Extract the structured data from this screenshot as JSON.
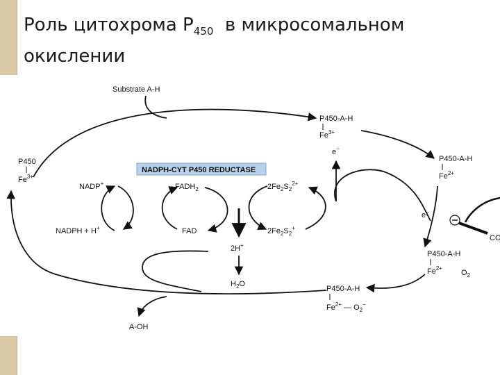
{
  "title": {
    "line1_before": "Роль цитохрома P",
    "line1_sub": "450",
    "line1_after": "в микросомальном",
    "line2": "окислении"
  },
  "diagram": {
    "substrate": "Substrate A-H",
    "p450_top": "P450-A-H",
    "fe3_top": "Fe",
    "fe3_top_sup": "3+",
    "electron_top": "e",
    "electron_top_sup": "−",
    "p450_right": "P450-A-H",
    "fe2_right": "Fe",
    "fe2_right_sup": "2+",
    "electron_right": "e",
    "electron_right_sup": "−",
    "co_label": "CO",
    "p450_mid_right": "P450-A-H",
    "fe2_mid_right": "Fe",
    "fe2_mid_right_sup": "2+",
    "o2_mid_right": "O",
    "o2_mid_right_sub": "2",
    "p450_bottom": "P450-A-H",
    "fe_o2_bottom": "Fe",
    "fe_o2_bottom_sup": "2+",
    "fe_o2_bottom_rest": " — O",
    "fe_o2_bottom_sub": "2",
    "fe_o2_bottom_sup2": "−",
    "p450_left": "P450",
    "fe3_left": "Fe",
    "fe3_left_sup": "3+",
    "reductase_box": "NADPH-CYT P450 REDUCTASE",
    "nadp": "NADP",
    "nadp_sup": "+",
    "nadph": "NADPH + H",
    "nadph_sup": "+",
    "fadh2": "FADH",
    "fadh2_sub": "2",
    "fad": "FAD",
    "fes_top": "2Fe",
    "fes_top_sub1": "2",
    "fes_top_s": "S",
    "fes_top_sub2": "2",
    "fes_top_sup": "2+",
    "fes_bottom": "2Fe",
    "fes_bottom_sub1": "2",
    "fes_bottom_s": "S",
    "fes_bottom_sub2": "2",
    "fes_bottom_sup": "+",
    "protons": "2H",
    "protons_sup": "+",
    "water": "H",
    "water_sub": "2",
    "water_rest": "O",
    "product": "A-OH",
    "inhibitor_symbol": "⊖"
  },
  "colors": {
    "reductase_box_fill": "#b9d2ec",
    "reductase_box_border": "#7fa6cf",
    "line": "#111111",
    "decor": "#d9c7a6"
  }
}
